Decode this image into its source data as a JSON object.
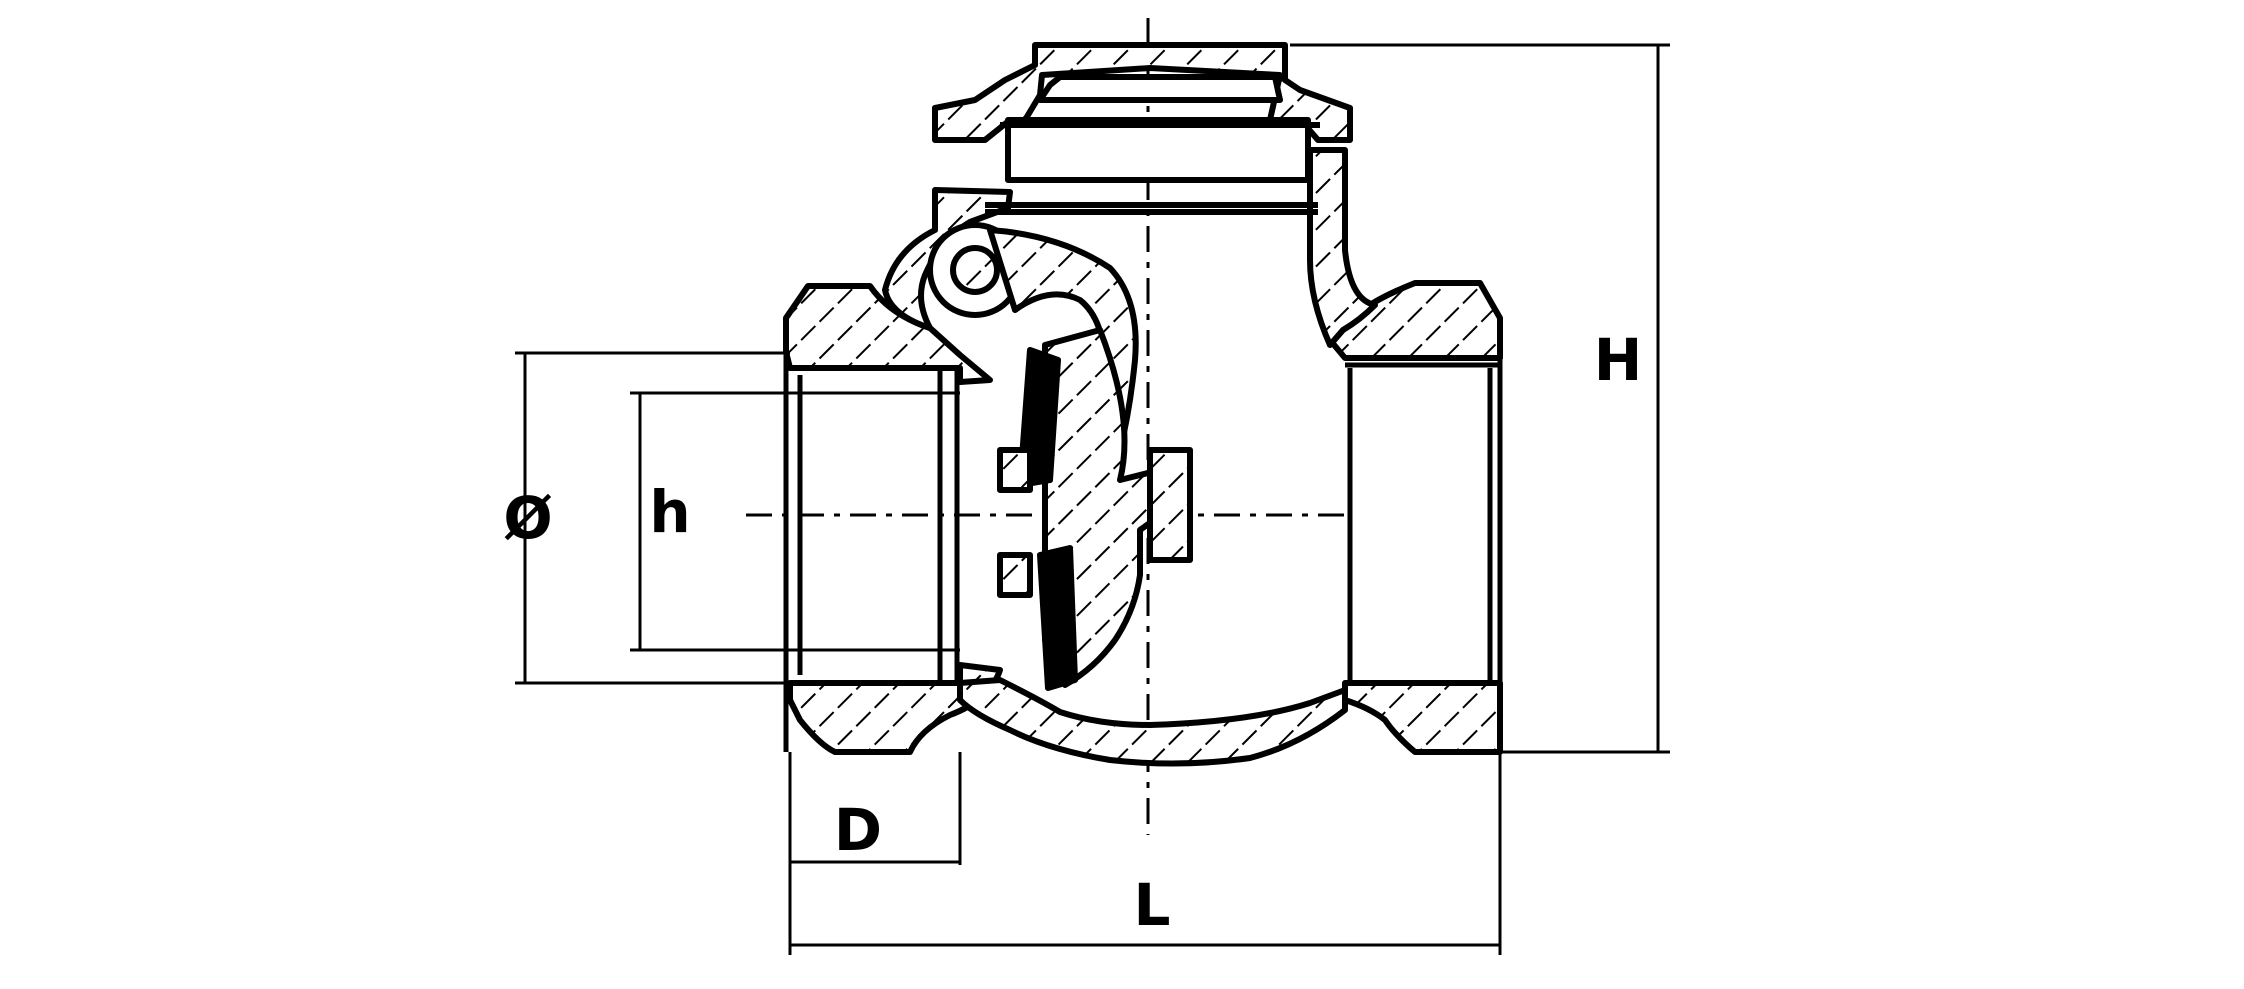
{
  "diagram": {
    "labels": {
      "diameter": "Ø",
      "height_h": "h",
      "thread_depth": "D",
      "length": "L",
      "total_height": "H"
    },
    "colors": {
      "line": "#000000",
      "background": "#ffffff",
      "seal": "#000000"
    }
  }
}
